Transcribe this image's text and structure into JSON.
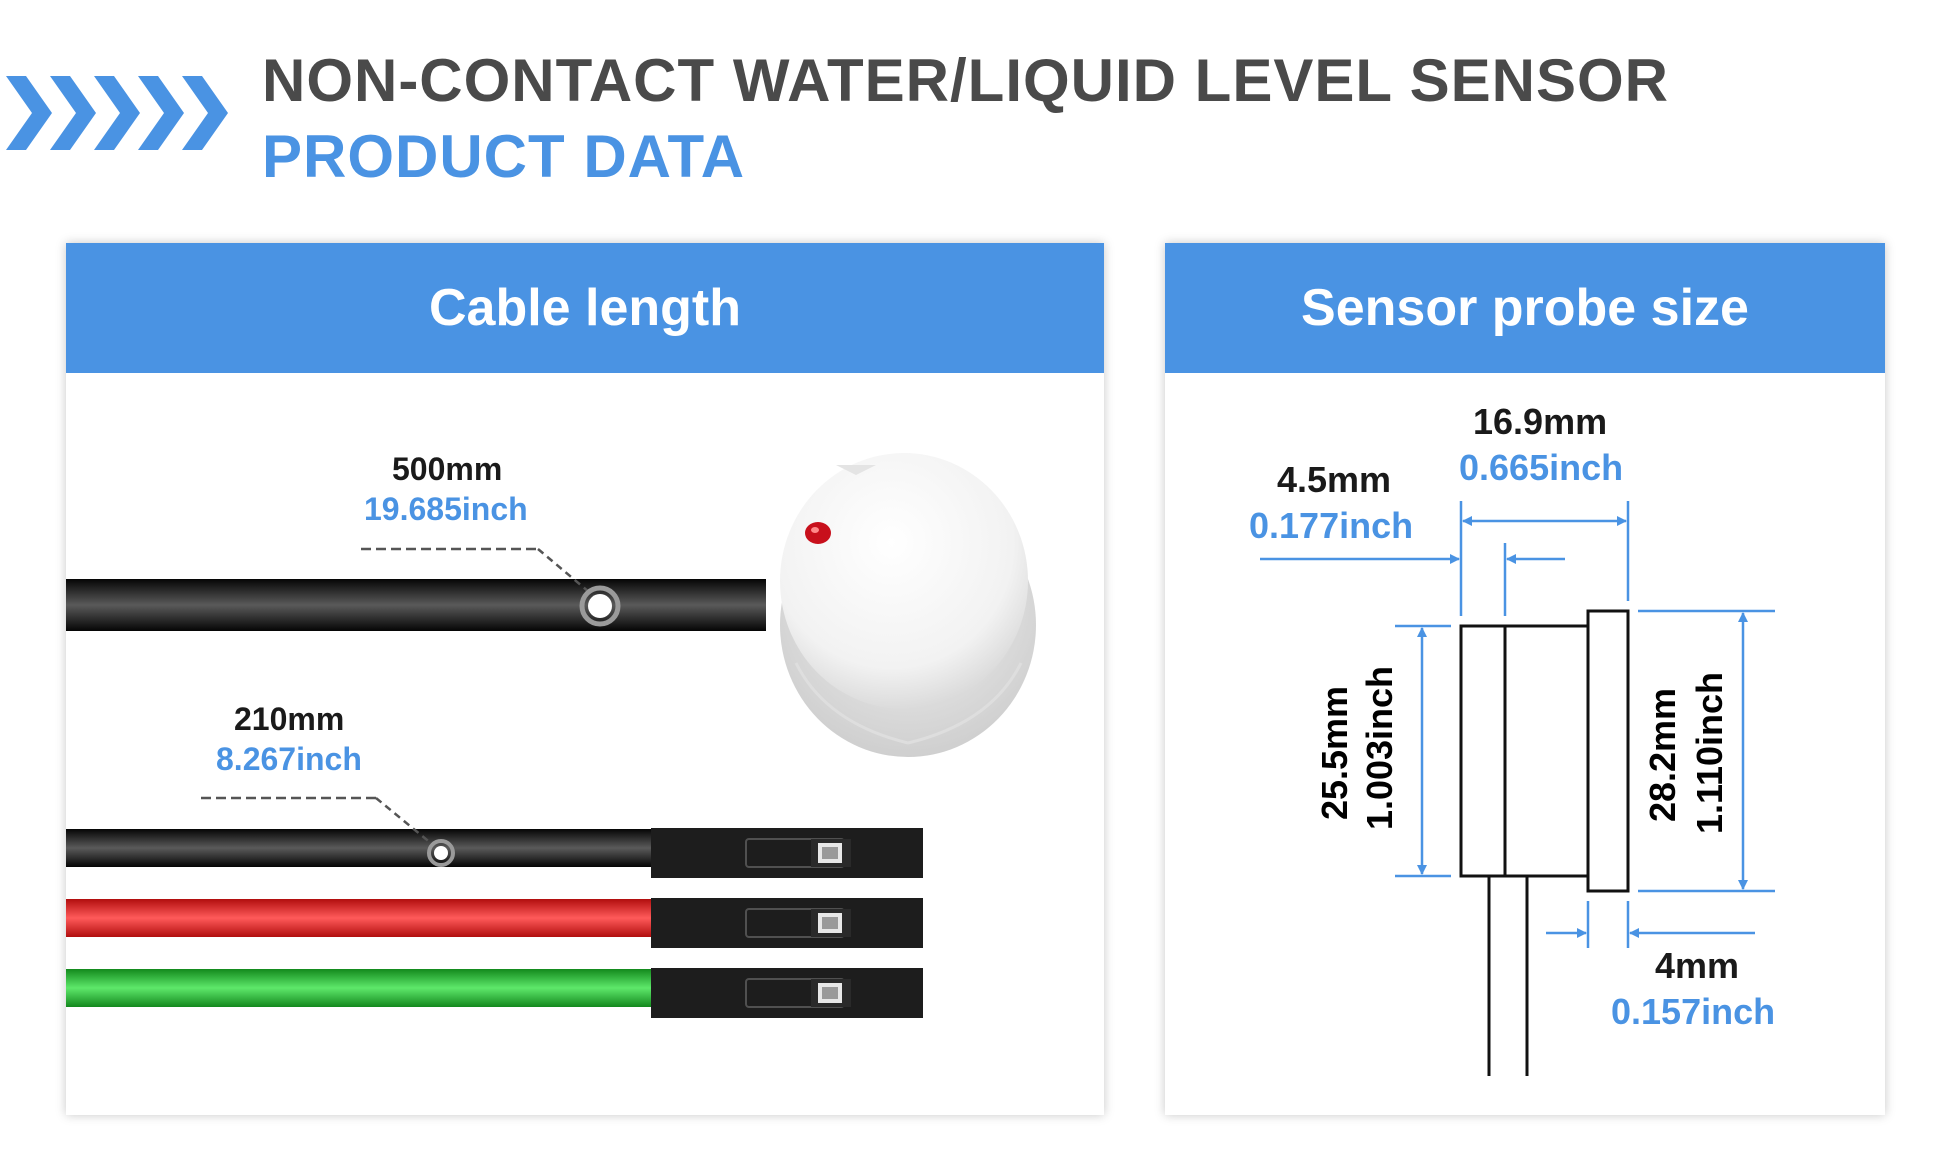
{
  "header": {
    "title": "NON-CONTACT WATER/LIQUID LEVEL SENSOR",
    "subtitle": "PRODUCT DATA"
  },
  "cable_panel": {
    "heading": "Cable length",
    "long_cable": {
      "mm": "500mm",
      "inch": "19.685inch"
    },
    "short_cable": {
      "mm": "210mm",
      "inch": "8.267inch"
    },
    "wire_colors": [
      "#111111",
      "#c61515",
      "#1f9e2a"
    ]
  },
  "probe_panel": {
    "heading": "Sensor probe size",
    "width_total": {
      "mm": "16.9mm",
      "inch": "0.665inch"
    },
    "width_front": {
      "mm": "4.5mm",
      "inch": "0.177inch"
    },
    "height_body": {
      "mm": "25.5mm",
      "inch": "1.003inch"
    },
    "height_flange": {
      "mm": "28.2mm",
      "inch": "1.110inch"
    },
    "flange_thickness": {
      "mm": "4mm",
      "inch": "0.157inch"
    }
  },
  "colors": {
    "accent": "#4a93e3",
    "title": "#4a4a4a",
    "dimension": "#4a93e3"
  }
}
